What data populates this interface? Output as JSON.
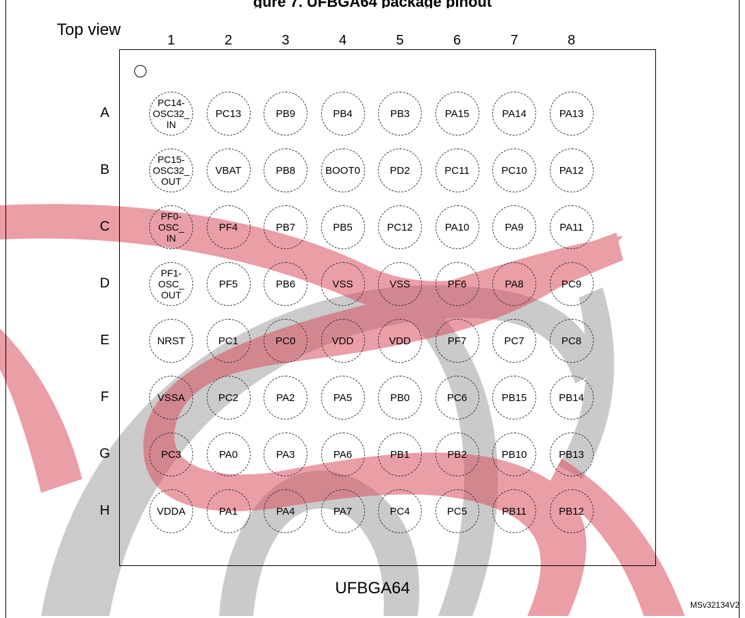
{
  "figure": {
    "partial_title": "gure 7. UFBGA64 package pinout",
    "view_label": "Top view",
    "package_name": "UFBGA64",
    "reference_code": "MSv32134V2",
    "columns": [
      "1",
      "2",
      "3",
      "4",
      "5",
      "6",
      "7",
      "8"
    ],
    "rows": [
      "A",
      "B",
      "C",
      "D",
      "E",
      "F",
      "G",
      "H"
    ],
    "pins": [
      [
        "PC14-\nOSC32_\nIN",
        "PC13",
        "PB9",
        "PB4",
        "PB3",
        "PA15",
        "PA14",
        "PA13"
      ],
      [
        "PC15-\nOSC32_\nOUT",
        "VBAT",
        "PB8",
        "BOOT0",
        "PD2",
        "PC11",
        "PC10",
        "PA12"
      ],
      [
        "PF0-\nOSC_\nIN",
        "PF4",
        "PB7",
        "PB5",
        "PC12",
        "PA10",
        "PA9",
        "PA11"
      ],
      [
        "PF1-\nOSC_\nOUT",
        "PF5",
        "PB6",
        "VSS",
        "VSS",
        "PF6",
        "PA8",
        "PC9"
      ],
      [
        "NRST",
        "PC1",
        "PC0",
        "VDD",
        "VDD",
        "PF7",
        "PC7",
        "PC8"
      ],
      [
        "VSSA",
        "PC2",
        "PA2",
        "PA5",
        "PB0",
        "PC6",
        "PB15",
        "PB14"
      ],
      [
        "PC3",
        "PA0",
        "PA3",
        "PA6",
        "PB1",
        "PB2",
        "PB10",
        "PB13"
      ],
      [
        "VDDA",
        "PA1",
        "PA4",
        "PA7",
        "PC4",
        "PC5",
        "PB11",
        "PB12"
      ]
    ]
  },
  "colors": {
    "watermark_red": "#d9505f",
    "watermark_gray": "#8c8c8c"
  }
}
